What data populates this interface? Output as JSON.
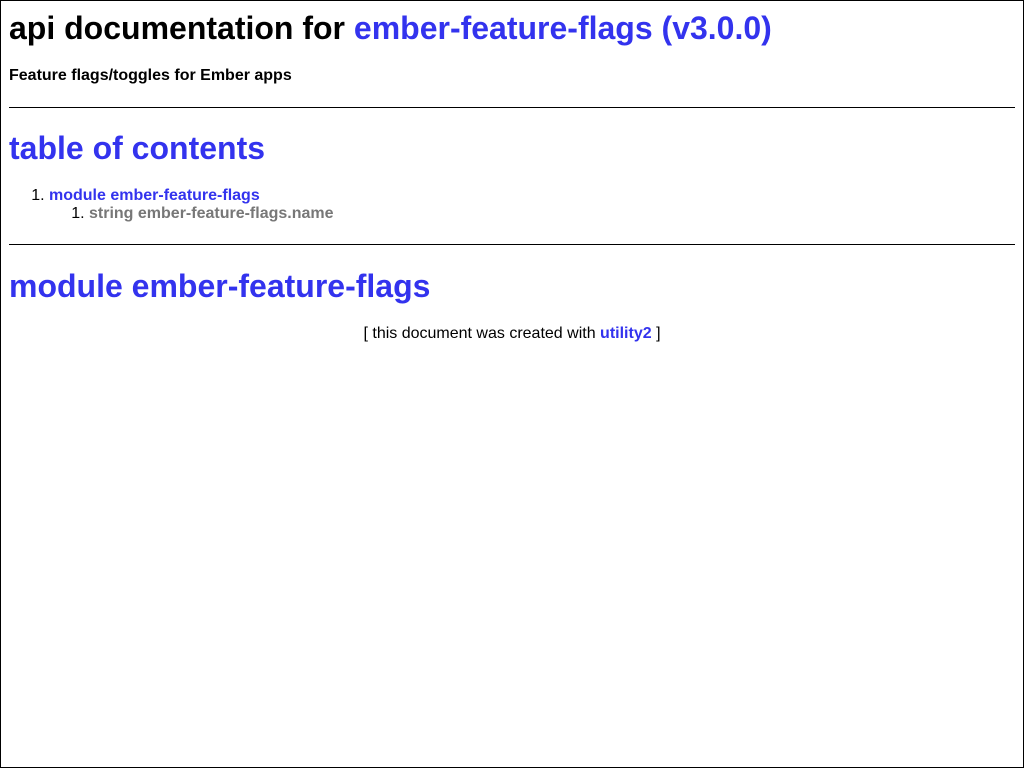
{
  "header": {
    "title_prefix": "api documentation for",
    "title_link": "ember-feature-flags (v3.0.0)",
    "subtitle": "Feature flags/toggles for Ember apps"
  },
  "toc": {
    "title": "table of contents",
    "items": [
      {
        "label": "module ember-feature-flags",
        "children": [
          {
            "label": "string ember-feature-flags.name"
          }
        ]
      }
    ]
  },
  "module_section": {
    "title": "module ember-feature-flags"
  },
  "footer": {
    "prefix": "[ this document was created with",
    "link": "utility2",
    "suffix": "]"
  },
  "colors": {
    "link": "#3333ee",
    "muted_link": "#777777",
    "text": "#000000"
  }
}
